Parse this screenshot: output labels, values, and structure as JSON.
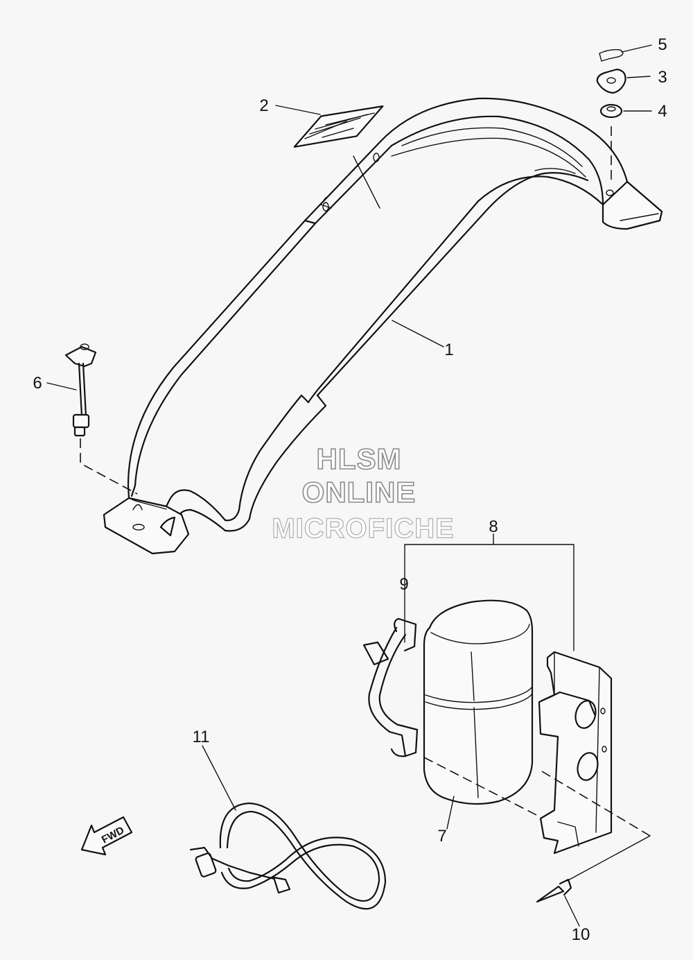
{
  "callouts": [
    {
      "label": "1"
    },
    {
      "label": "2"
    },
    {
      "label": "3"
    },
    {
      "label": "4"
    },
    {
      "label": "5"
    },
    {
      "label": "6"
    },
    {
      "label": "7"
    },
    {
      "label": "8"
    },
    {
      "label": "9"
    },
    {
      "label": "10"
    },
    {
      "label": "11"
    }
  ],
  "watermark": {
    "line1": "HLSM",
    "line2": "ONLINE",
    "line3": "MICROFICHE"
  },
  "fwd_arrow": {
    "label": "FWD",
    "icon": "fwd-arrow-icon"
  }
}
